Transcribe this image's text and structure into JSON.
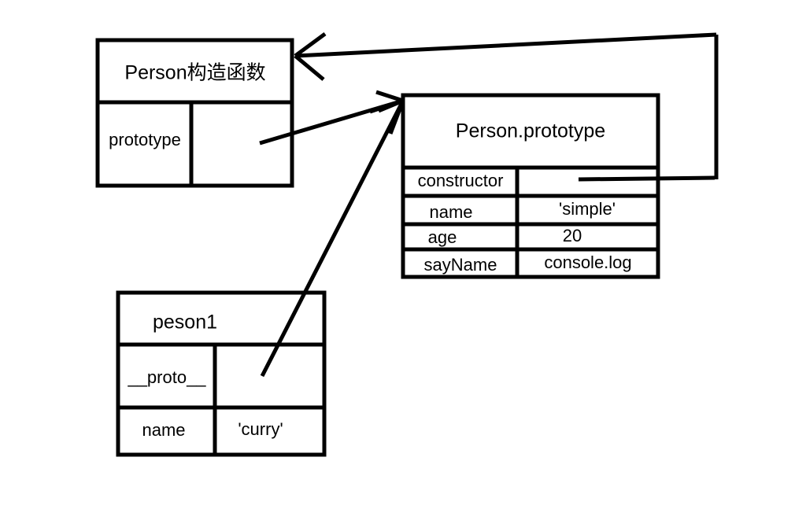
{
  "diagram": {
    "type": "javascript-prototype-chain-diagram",
    "stroke_color": "#000000",
    "background_color": "#ffffff",
    "boxes": [
      {
        "id": "person-constructor",
        "title": "Person构造函数",
        "rows": [
          {
            "label": "prototype",
            "value": ""
          }
        ]
      },
      {
        "id": "person-prototype",
        "title": "Person.prototype",
        "rows": [
          {
            "label": "constructor",
            "value": ""
          },
          {
            "label": "name",
            "value": "'simple'"
          },
          {
            "label": "age",
            "value": "20"
          },
          {
            "label": "sayName",
            "value": "console.log"
          }
        ]
      },
      {
        "id": "peson1",
        "title": "peson1",
        "rows": [
          {
            "label": "__proto__",
            "value": ""
          },
          {
            "label": "name",
            "value": "'curry'"
          }
        ]
      }
    ],
    "connections": [
      {
        "id": "constructor-back-to-person",
        "from": "person-prototype.constructor",
        "to": "person-constructor",
        "arrowhead": "at-person-constructor-right"
      },
      {
        "id": "prototype-to-person-prototype",
        "from": "person-constructor.prototype",
        "to": "person-prototype",
        "arrowhead": "at-person-prototype-left"
      },
      {
        "id": "proto-to-person-prototype",
        "from": "peson1.__proto__",
        "to": "person-prototype",
        "arrowhead": "at-person-prototype-left"
      }
    ]
  }
}
